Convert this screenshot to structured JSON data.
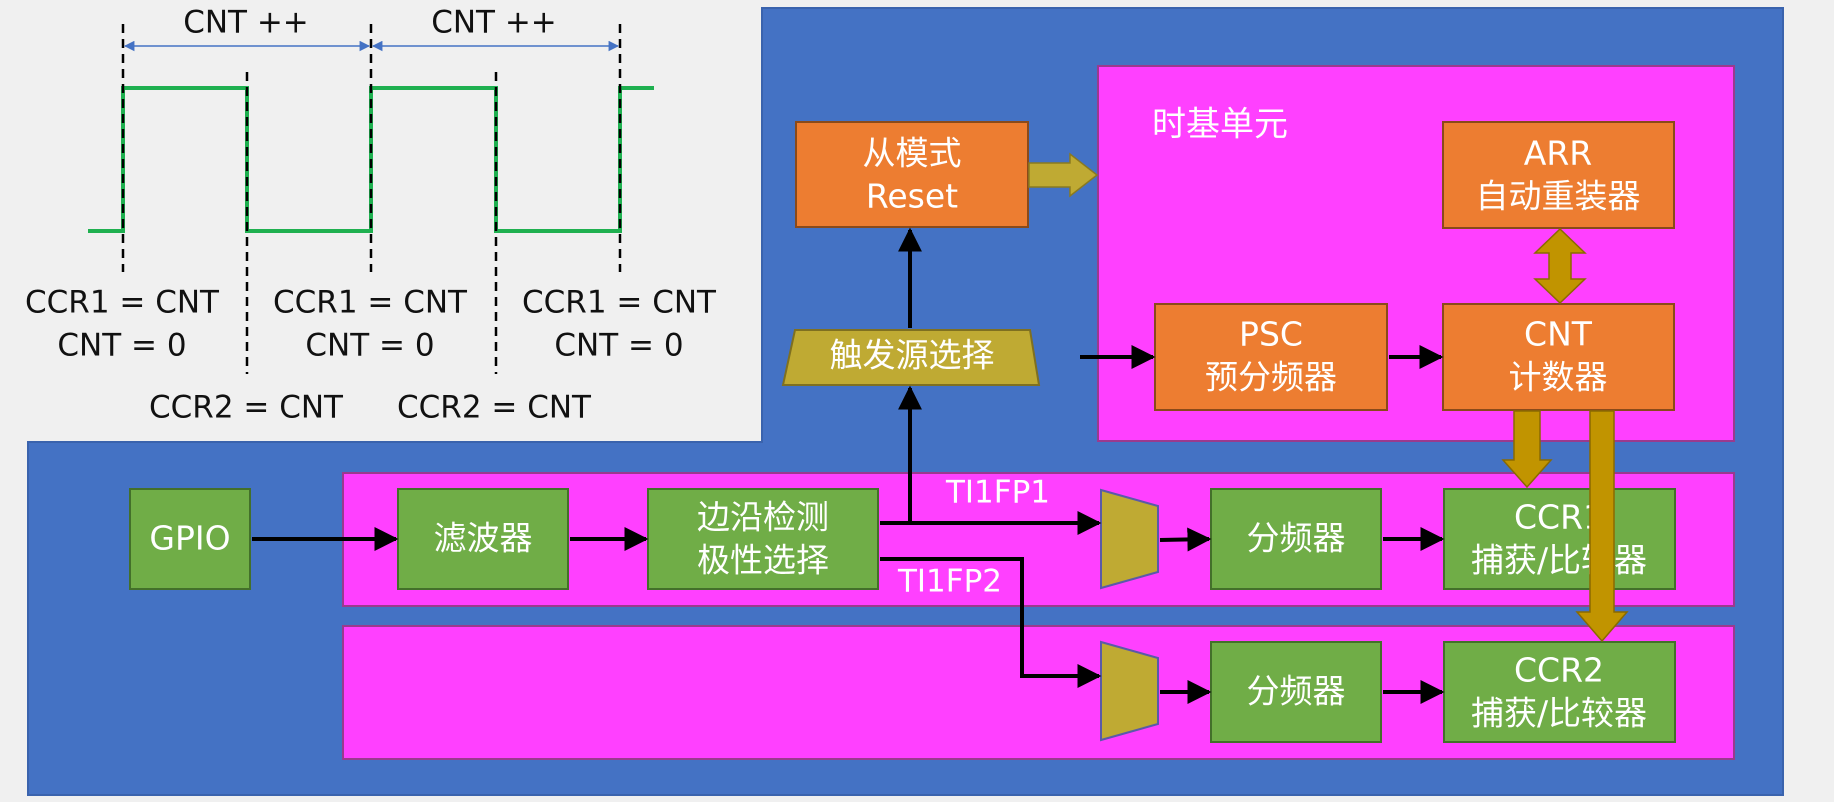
{
  "colors": {
    "background": "#f0f0f0",
    "blue_panel": "#4472c4",
    "magenta": "#ff40ff",
    "orange": "#ed7d31",
    "green_block": "#70ad47",
    "olive": "#bfaa33",
    "gold_arrow": "#c19400",
    "waveform": "#1fb050",
    "dim_arrow": "#4472c4",
    "line": "#000000"
  },
  "waveform": {
    "period_labels": [
      "CNT ++",
      "CNT ++"
    ],
    "rising_edge_labels": [
      [
        "CCR1 = CNT",
        "CNT = 0"
      ],
      [
        "CCR1 = CNT",
        "CNT = 0"
      ],
      [
        "CCR1 = CNT",
        "CNT = 0"
      ]
    ],
    "falling_edge_labels": [
      "CCR2 = CNT",
      "CCR2 = CNT"
    ]
  },
  "time_base": {
    "title": "时基单元",
    "arr": [
      "ARR",
      "自动重装器"
    ],
    "psc": [
      "PSC",
      "预分频器"
    ],
    "cnt": [
      "CNT",
      "计数器"
    ]
  },
  "slave_mode": [
    "从模式",
    "Reset"
  ],
  "trigger_select": "触发源选择",
  "gpio": "GPIO",
  "filter": "滤波器",
  "edge_detect": [
    "边沿检测",
    "极性选择"
  ],
  "signals": {
    "ti1fp1": "TI1FP1",
    "ti1fp2": "TI1FP2"
  },
  "channel1": {
    "divider": "分频器",
    "ccr": [
      "CCR1",
      "捕获/比较器"
    ]
  },
  "channel2": {
    "divider": "分频器",
    "ccr": [
      "CCR2",
      "捕获/比较器"
    ]
  }
}
